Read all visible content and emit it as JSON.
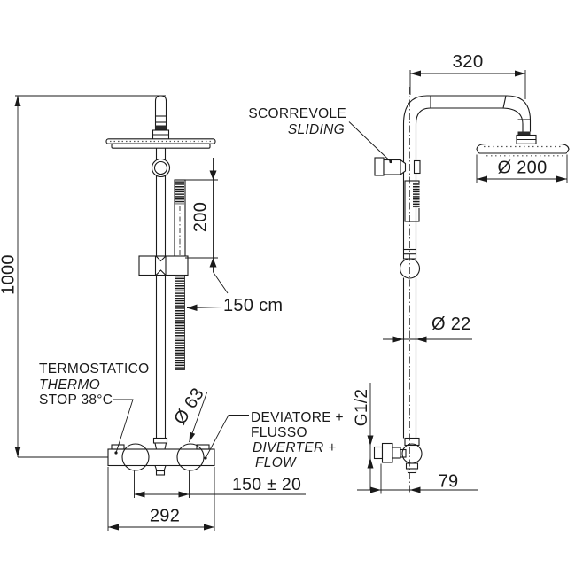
{
  "front_view": {
    "dims": {
      "height": "1000",
      "handshower": "200",
      "hose": "150 cm",
      "handle_diameter": "Ø 63",
      "inlet_spacing": "150 ± 20",
      "body_width": "292"
    },
    "labels": {
      "thermostatic": {
        "l1": "TERMOSTATICO",
        "l2": "THERMO",
        "l3": "STOP 38°C"
      },
      "diverter": {
        "l1": "DEVIATORE +",
        "l2": "FLUSSO",
        "l3": "DIVERTER +",
        "l4": "FLOW"
      }
    }
  },
  "side_view": {
    "dims": {
      "arm_reach": "320",
      "head_diameter": "Ø 200",
      "pipe_diameter": "Ø 22",
      "thread": "G1/2",
      "wall_offset": "79"
    },
    "labels": {
      "sliding": {
        "l1": "SCORREVOLE",
        "l2": "SLIDING"
      }
    }
  },
  "colors": {
    "line": "#1a1a1a",
    "background": "#ffffff"
  }
}
